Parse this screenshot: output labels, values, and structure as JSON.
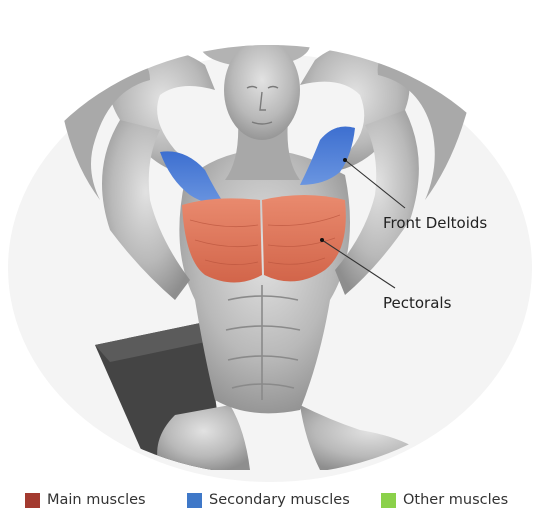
{
  "labels": {
    "front_deltoids": "Front Deltoids",
    "pectorals": "Pectorals"
  },
  "legend": [
    {
      "label": "Main muscles",
      "color": "#a33a2f"
    },
    {
      "label": "Secondary muscles",
      "color": "#3f78c8"
    },
    {
      "label": "Other muscles",
      "color": "#8bd14a"
    }
  ],
  "colors": {
    "main_muscle_fill": "#e0785c",
    "secondary_muscle_fill": "#4f7fd6",
    "body_gray": "#b8b8b8",
    "bench": "#4a4a4a"
  }
}
